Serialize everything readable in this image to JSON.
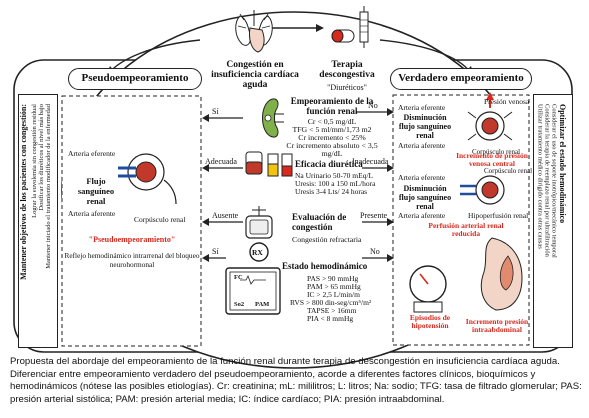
{
  "top": {
    "congestion_title": "Congestión en insuficiencia cardíaca aguda",
    "therapy_title": "Terapia descongestiva",
    "therapy_sub": "\"Diuréticos\""
  },
  "left": {
    "header": "Pseudoempeoramiento",
    "vertical_title": "Mantener objetivos de los pacientes con congestión:",
    "vertical_items": [
      "Lograr la euvolemia sin congestión residual",
      "Dosificar los diuréticos al nivel más bajo",
      "Mantener iniciado el tratamiento modificador de la enfermedad"
    ],
    "artery_in": "Arteria eferente",
    "flow_label": "Flujo sanguíneo renal",
    "artery_out": "Arteria aferente",
    "corpuscle": "Corpúsculo renal",
    "pseudo_quote": "\"Pseudoempeoramiento\"",
    "reflex": "Reflejo hemodinámico intrarrenal del bloqueo neurohormonal"
  },
  "right": {
    "header": "Verdadero empeoramiento",
    "vertical_title": "Optimizar el estado hemodinámico",
    "vertical_items": [
      "Considerar el uso de soporte inotrópico/mecánico temporal",
      "Considerar la terapia de reemplazo renal por ultrafiltración",
      "Utilizar tratamiento médico dirigido contra otras causas"
    ],
    "top_artery_in": "Arteria eferente",
    "top_decrease": "Disminución flujo sanguíneo renal",
    "top_artery_out": "Arteria aferente",
    "venous_pressure": "Presión venosa",
    "venous_increase": "Incremento de presión venosa central",
    "top_corpuscle": "Corpúsculo renal",
    "mid_artery_in": "Arteria eferente",
    "mid_decrease": "Disminución flujo sanguíneo renal",
    "mid_artery_out": "Arteria aferente",
    "mid_corpuscle": "Corpúsculo renal",
    "hypoperfusion": "Hipoperfusión renal",
    "perfusion_reduced": "Perfusión arterial renal reducida",
    "hypotension": "Episodios de hipotensión",
    "abdominal": "Incremento presión intraabdominal"
  },
  "center": {
    "renal_title": "Empeoramiento de la función renal",
    "renal_lines": [
      "Cr < 0,5 mg/dL",
      "TFG < 5 ml/mm/1,73 m2",
      "Cr incremento < 25%",
      "Cr incremento absoluto < 3,5 mg/dL"
    ],
    "diuretic_title": "Eficacia diurética",
    "diuretic_lines": [
      "Na Urinario 50-70 mEq/L",
      "Uresis: 100 a 150 mL/hora",
      "Uresis 3-4 Lts/ 24 horas"
    ],
    "congestion_title": "Evaluación de congestión",
    "congestion_sub": "Congestión refractaria",
    "rx_label": "RX",
    "hemo_title": "Estado hemodinámico",
    "hemo_lines": [
      "PAS > 90 mmHg",
      "PAM > 65 mmHg",
      "IC > 2,5 L/min/m",
      "RVS > 800 din-seg/cm⁵/m²",
      "TAPSE > 16mm",
      "PIA < 8 mmHg"
    ],
    "monitor_fc": "FC",
    "monitor_so2": "So2",
    "monitor_pam": "PAM"
  },
  "decisions": {
    "si_1": "Sí",
    "no_1": "No",
    "adecuada": "Adecuada",
    "inadecuada": "Inadecuada",
    "ausente": "Ausente",
    "presente": "Presente",
    "si_2": "Sí",
    "no_2": "No"
  },
  "caption": "Propuesta del abordaje del empeoramiento de la función renal durante terapia de descongestión en insuficiencia cardíaca aguda. Diferenciar entre empeoramiento verdadero del pseudoempeoramiento, acorde a diferentes factores clínicos, bioquímicos y hemodinámicos (nótese las posibles etiologías). Cr: creatinina; mL: mililitros; L: litros; Na: sodio; TFG: tasa de filtrado glomerular; PAS: presión arterial sistólica; PAM: presión arterial media; IC: índice cardíaco; PIA: presión intraabdominal.",
  "colors": {
    "accent_red": "#d62a1e",
    "kidney_green": "#7fb04a",
    "blood_red": "#c0392b",
    "line": "#222222"
  }
}
